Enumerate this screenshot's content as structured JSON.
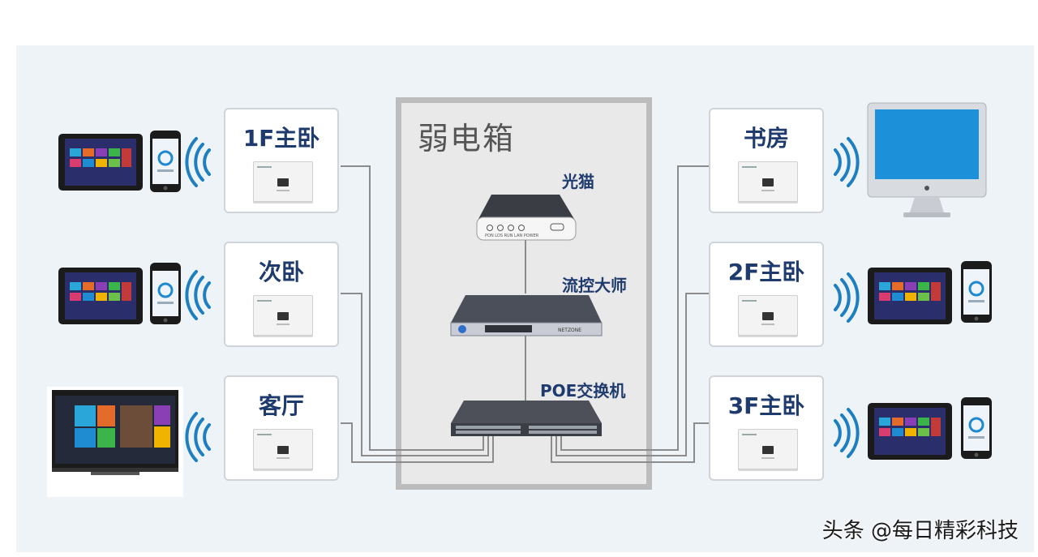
{
  "wiring_closet": {
    "title": "弱电箱"
  },
  "devices": {
    "modem": "光猫",
    "flow_controller": "流控大师",
    "poe_switch": "POE交换机"
  },
  "rooms_left": [
    "1F主卧",
    "次卧",
    "客厅"
  ],
  "rooms_right": [
    "书房",
    "2F主卧",
    "3F主卧"
  ],
  "modem_ports": [
    "PON",
    "LOS",
    "RUN",
    "LAN",
    "POWER"
  ],
  "router_brand": "NETZONE",
  "watermark": "头条 @每日精彩科技",
  "colors": {
    "panel_bg": "#eef3f8",
    "closet_border": "#bcbcbc",
    "label_navy": "#1f3b6e",
    "wifi_blue": "#1e7fc0",
    "cable_gray": "#8c8c8c"
  }
}
